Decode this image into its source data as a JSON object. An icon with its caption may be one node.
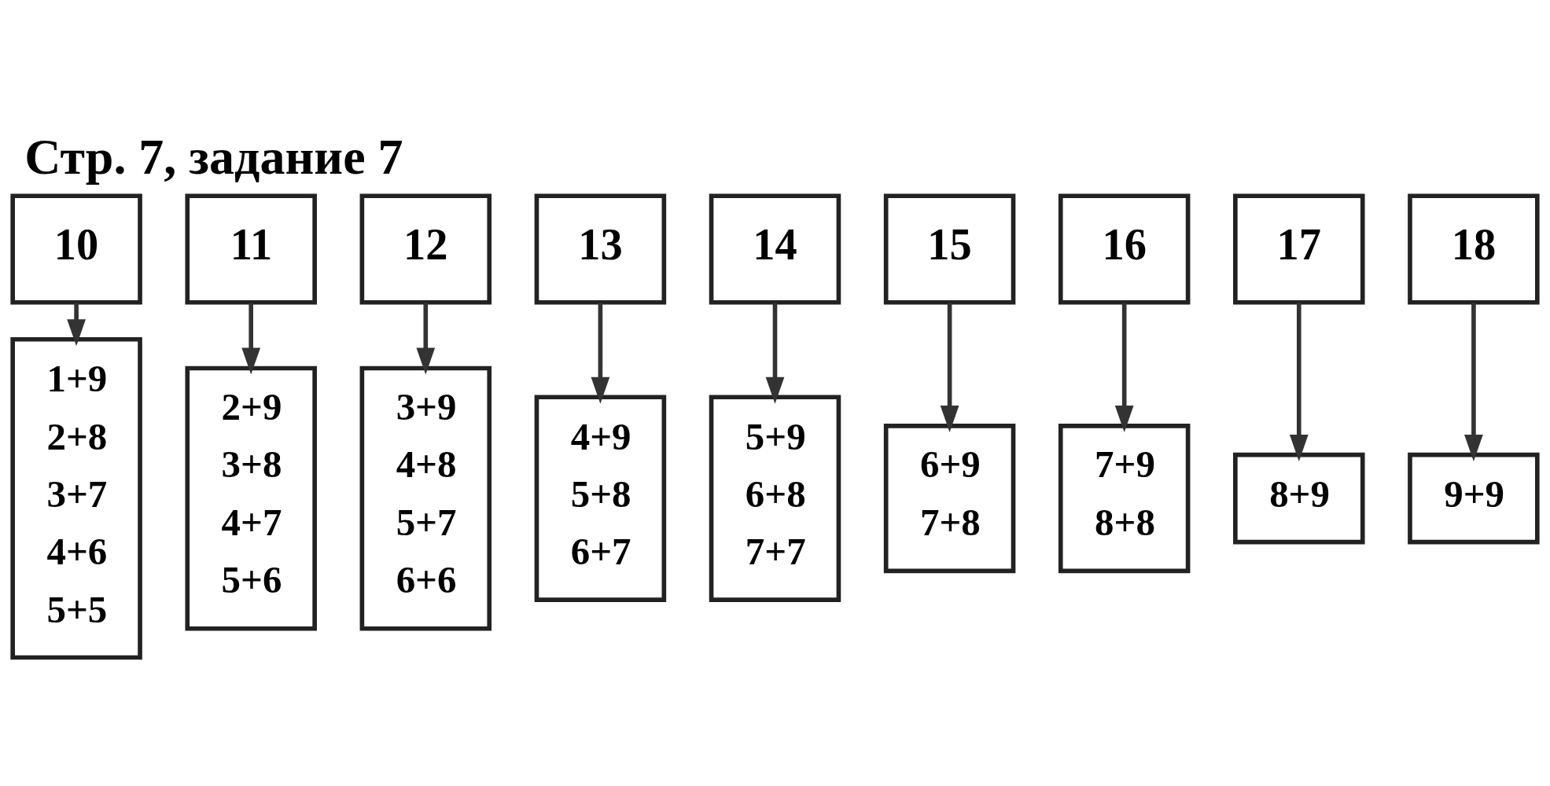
{
  "diagram": {
    "title": "Стр. 7, задание 7",
    "nodes": [
      {
        "text": [
          "10"
        ]
      },
      {
        "text": [
          "1+9",
          "2+8",
          "3+7",
          "4+6",
          "5+5"
        ]
      },
      {
        "text": [
          "11"
        ]
      },
      {
        "text": [
          "2+9",
          "3+8",
          "4+7",
          "5+6"
        ]
      },
      {
        "text": [
          "12"
        ]
      },
      {
        "text": [
          "3+9",
          "4+8",
          "5+7",
          "6+6"
        ]
      },
      {
        "text": [
          "13"
        ]
      },
      {
        "text": [
          "4+9",
          "5+8",
          "6+7"
        ]
      },
      {
        "text": [
          "14"
        ]
      },
      {
        "text": [
          "5+9",
          "6+8",
          "7+7"
        ]
      },
      {
        "text": [
          "15"
        ]
      },
      {
        "text": [
          "6+9",
          "7+8"
        ]
      },
      {
        "text": [
          "16"
        ]
      },
      {
        "text": [
          "7+9",
          "8+8"
        ]
      },
      {
        "text": [
          "17"
        ]
      },
      {
        "text": [
          "8+9"
        ]
      },
      {
        "text": [
          "18"
        ]
      },
      {
        "text": [
          "9+9"
        ]
      }
    ],
    "edges": [
      {
        "from": 0,
        "to": 1,
        "arrow": "to"
      },
      {
        "from": 2,
        "to": 3,
        "arrow": "to"
      },
      {
        "from": 4,
        "to": 5,
        "arrow": "to"
      },
      {
        "from": 6,
        "to": 7,
        "arrow": "to"
      },
      {
        "from": 8,
        "to": 9,
        "arrow": "to"
      },
      {
        "from": 10,
        "to": 11,
        "arrow": "to"
      },
      {
        "from": 12,
        "to": 13,
        "arrow": "to"
      },
      {
        "from": 14,
        "to": 15,
        "arrow": "to"
      },
      {
        "from": 16,
        "to": 17,
        "arrow": "to"
      }
    ]
  }
}
